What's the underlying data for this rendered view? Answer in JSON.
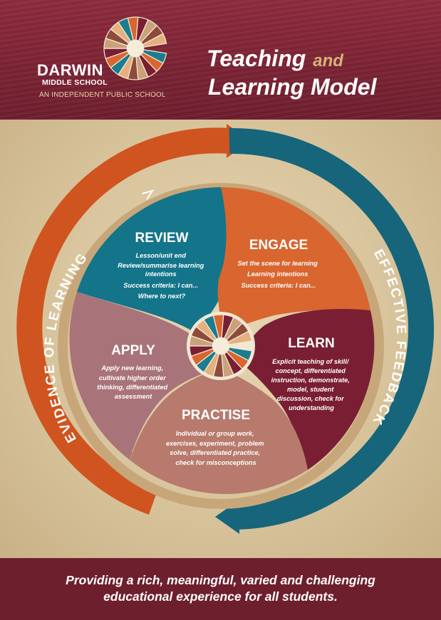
{
  "header": {
    "school_name": "DARWIN",
    "school_sub": "MIDDLE SCHOOL",
    "school_tag": "AN INDEPENDENT PUBLIC SCHOOL",
    "title_line1": "Teaching",
    "title_and": "and",
    "title_line2": "Learning Model"
  },
  "outer_ring": {
    "left_label": "EVIDENCE OF LEARNING",
    "right_label": "EFFECTIVE FEEDBACK",
    "left_color": "#d0541f",
    "right_color": "#16657a"
  },
  "sections": [
    {
      "key": "review",
      "title": "REVIEW",
      "color": "#14758a",
      "lines": [
        "Lesson/unit end",
        "Review/summarise learning",
        "intentions",
        "Success criteria: I can...",
        "Where to next?"
      ]
    },
    {
      "key": "engage",
      "title": "ENGAGE",
      "color": "#d9652f",
      "lines": [
        "Set the scene for learning",
        "Learning intentions",
        "Success criteria: I can..."
      ]
    },
    {
      "key": "learn",
      "title": "LEARN",
      "color": "#7a1f33",
      "lines": [
        "Explicit teaching of skill/",
        "concept, differentiated",
        "instruction, demonstrate,",
        "model, student",
        "discussion, check for",
        "understanding"
      ]
    },
    {
      "key": "practise",
      "title": "PRACTISE",
      "color": "#b77a6c",
      "lines": [
        "Individual or group work,",
        "exercises, experiment, problem",
        "solve, differentiated practice,",
        "check for misconceptions"
      ]
    },
    {
      "key": "apply",
      "title": "APPLY",
      "color": "#a9737a",
      "lines": [
        "Apply new learning,",
        "cultivate higher order",
        "thinking, differentiated",
        "assessment"
      ]
    }
  ],
  "footer": {
    "line1": "Providing a rich, meaningful, varied and challenging",
    "line2": "educational experience for all students."
  }
}
